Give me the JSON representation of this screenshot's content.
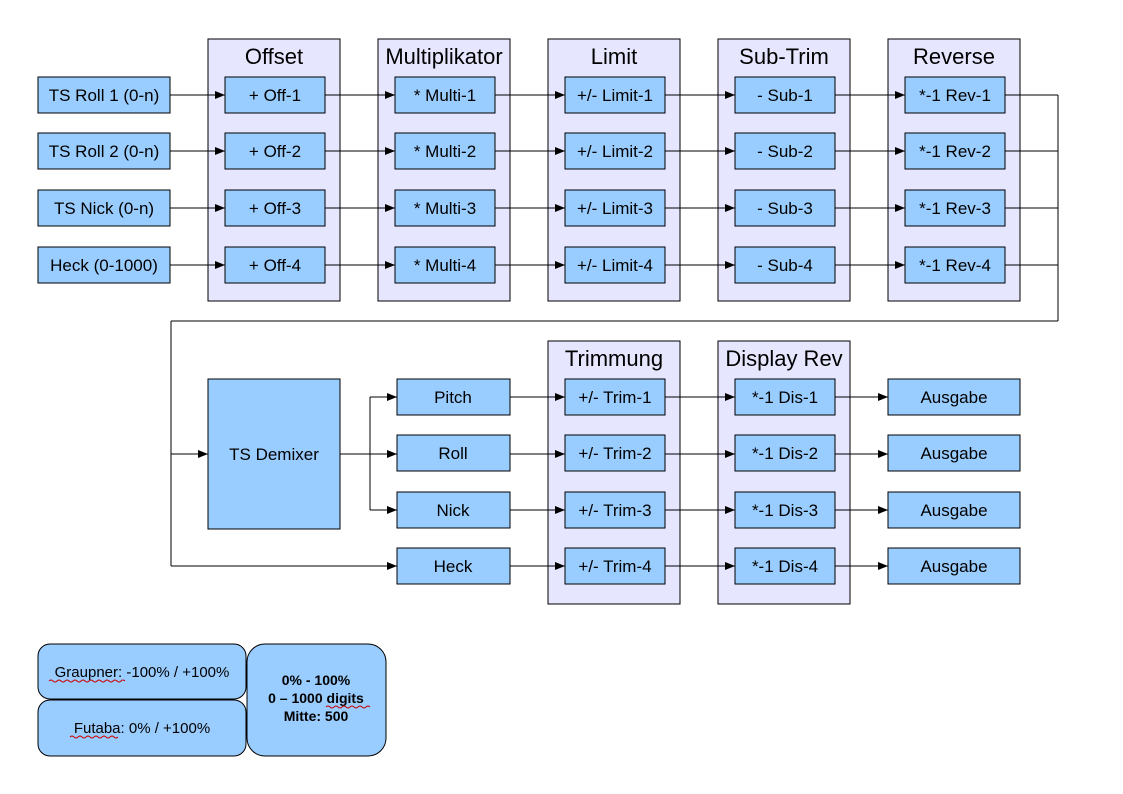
{
  "groups": {
    "offset": "Offset",
    "multiplikator": "Multiplikator",
    "limit": "Limit",
    "subtrim": "Sub-Trim",
    "reverse": "Reverse",
    "trimmung": "Trimmung",
    "display_rev": "Display Rev"
  },
  "inputs": [
    "TS Roll 1 (0-n)",
    "TS Roll 2 (0-n)",
    "TS Nick (0-n)",
    "Heck (0-1000)"
  ],
  "offset": [
    "+ Off-1",
    "+ Off-2",
    "+ Off-3",
    "+ Off-4"
  ],
  "multi": [
    "* Multi-1",
    "* Multi-2",
    "* Multi-3",
    "* Multi-4"
  ],
  "limit": [
    "+/- Limit-1",
    "+/- Limit-2",
    "+/- Limit-3",
    "+/- Limit-4"
  ],
  "sub": [
    "- Sub-1",
    "- Sub-2",
    "- Sub-3",
    "- Sub-4"
  ],
  "rev": [
    "*-1 Rev-1",
    "*-1 Rev-2",
    "*-1 Rev-3",
    "*-1 Rev-4"
  ],
  "demixer": "TS Demixer",
  "channels": [
    "Pitch",
    "Roll",
    "Nick",
    "Heck"
  ],
  "trim": [
    "+/- Trim-1",
    "+/- Trim-2",
    "+/- Trim-3",
    "+/- Trim-4"
  ],
  "dis": [
    "*-1 Dis-1",
    "*-1 Dis-2",
    "*-1 Dis-3",
    "*-1 Dis-4"
  ],
  "ausgabe": [
    "Ausgabe",
    "Ausgabe",
    "Ausgabe",
    "Ausgabe"
  ],
  "notes": {
    "graupner_name": "Graupner",
    "graupner_range": ": -100% / +100%",
    "futaba_name": "Futaba",
    "futaba_range": ": 0% / +100%",
    "range_percent": "0% - 100%",
    "range_digits_prefix": "0 – 1000 ",
    "range_digits_word": "digits",
    "mitte": "Mitte: 500"
  }
}
